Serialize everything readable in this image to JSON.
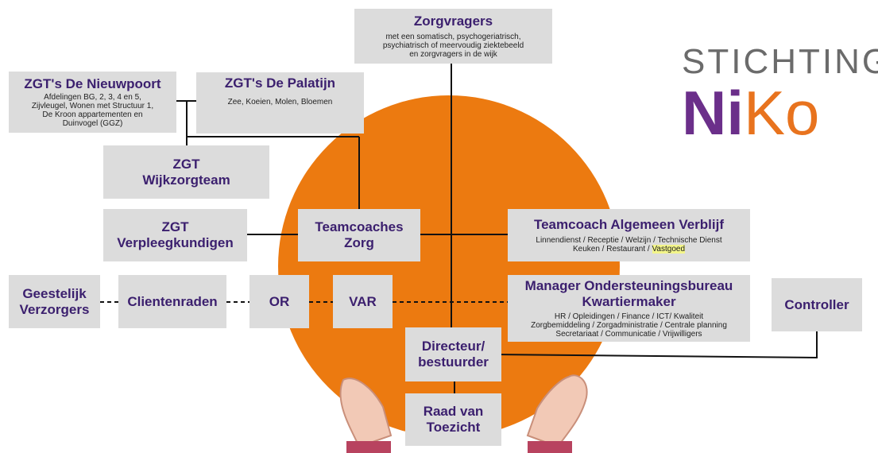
{
  "logo": {
    "line1": "STICHTING",
    "n": "N",
    "i": "i",
    "k": "K",
    "o": "o",
    "colors": {
      "purple": "#6b2f8a",
      "orange": "#e8731e",
      "gray": "#6b6b6b"
    }
  },
  "circle_color": "#ec7a10",
  "box_color": "#dcdcdc",
  "text_color": "#3b1f6e",
  "nodes": {
    "zorgvragers": {
      "title": "Zorgvragers",
      "sub": "met een somatisch, psychogeriatrisch,\npsychiatrisch of meervoudig ziektebeeld\nen zorgvragers in de wijk"
    },
    "nieuwpoort": {
      "title": "ZGT's De Nieuwpoort",
      "sub": "Afdelingen BG, 2, 3, 4 en 5,\nZijvleugel, Wonen met Structuur 1,\nDe Kroon appartementen en\nDuinvogel (GGZ)"
    },
    "palatijn": {
      "title": "ZGT's De Palatijn",
      "sub": "Zee, Koeien, Molen, Bloemen"
    },
    "wijkzorgteam": {
      "title": "ZGT\nWijkzorgteam"
    },
    "verpleegkundigen": {
      "title": "ZGT\nVerpleegkundigen"
    },
    "teamcoaches": {
      "title": "Teamcoaches\nZorg"
    },
    "algemeen_verblijf": {
      "title": "Teamcoach Algemeen Verblijf",
      "sub1": "Linnendienst / Receptie / Welzijn / Technische Dienst",
      "sub2a": "Keuken / Restaurant / ",
      "sub2b": "Vastgoed"
    },
    "geestelijk": {
      "title": "Geestelijk\nVerzorgers"
    },
    "clientenraden": {
      "title": "Clientenraden"
    },
    "or": {
      "title": "OR"
    },
    "var": {
      "title": "VAR"
    },
    "manager": {
      "title": "Manager Ondersteuningsbureau\nKwartiermaker",
      "sub": "HR / Opleidingen / Finance / ICT/ Kwaliteit\nZorgbemiddeling / Zorgadministratie / Centrale planning\nSecretariaat / Communicatie / Vrijwilligers"
    },
    "controller": {
      "title": "Controller"
    },
    "directeur": {
      "title": "Directeur/\nbestuurder"
    },
    "raad": {
      "title": "Raad van\nToezicht"
    }
  }
}
